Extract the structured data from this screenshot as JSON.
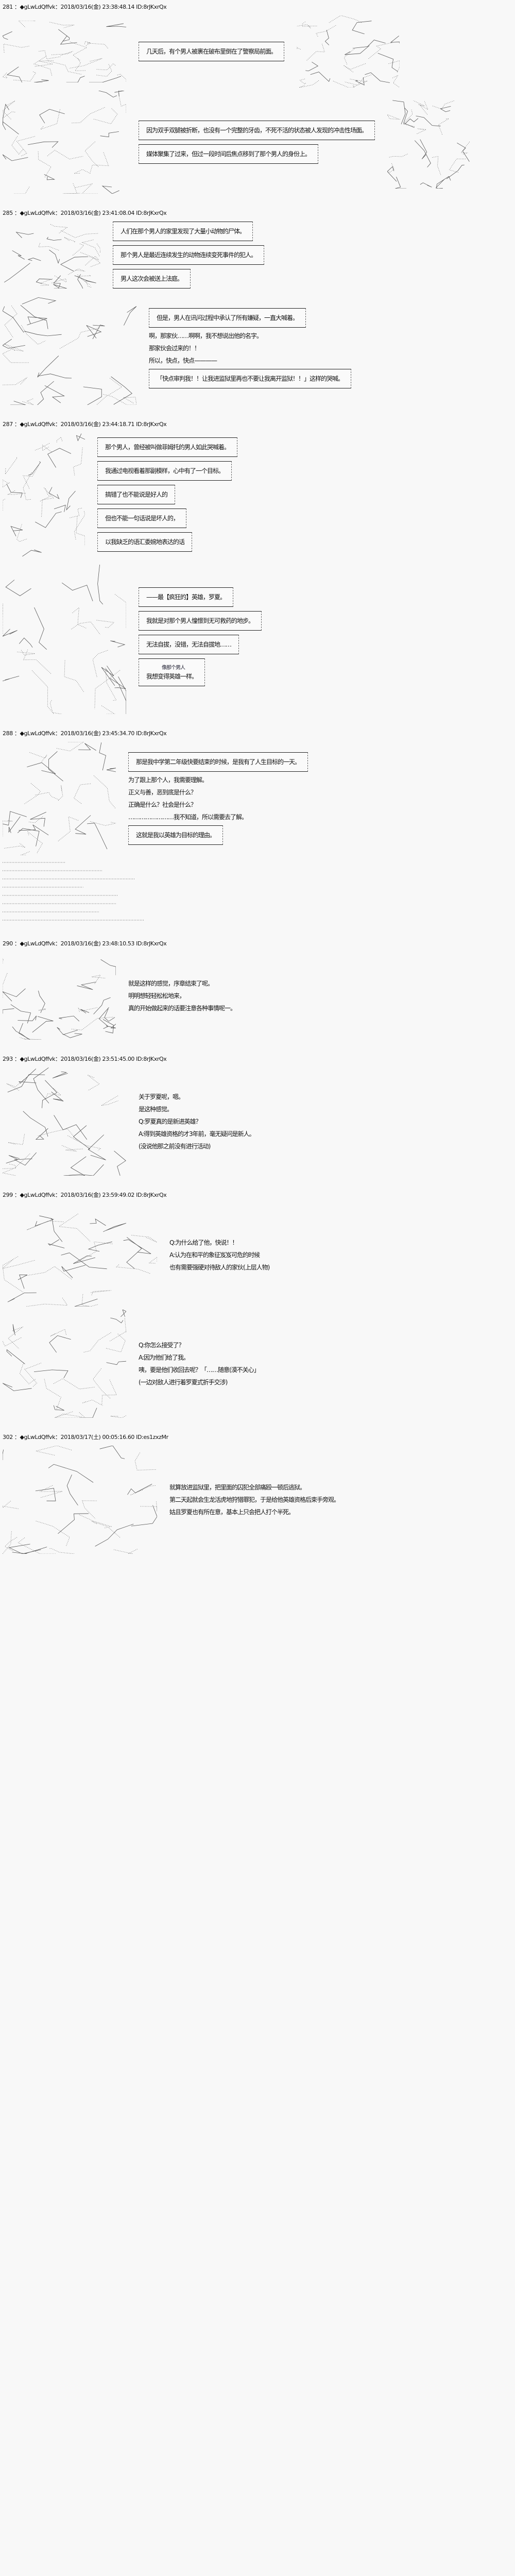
{
  "posts": [
    {
      "header": "281 ：◆gLwLdQffvk：2018/03/16(金) 23:38:48.14 ID:8rJKxrQx",
      "texts": [
        "几天后，有个男人被裹在破布里倒在了警察局前面。",
        "因为双手双腿被折断，也没有一个完整的牙齿，不死不活的状态被人发现的冲击性场面。",
        "媒体聚集了过来，但过一段时间后焦点移到了那个男人的身份上。"
      ]
    },
    {
      "header": "285 ：◆gLwLdQffvk：2018/03/16(金) 23:41:08.04 ID:8rJKxrQx",
      "texts": [
        "人们在那个男人的家里发现了大量小动物的尸体。",
        "那个男人是最近连续发生的动物连续变死事件的犯人。",
        "男人这次会被送上法庭。",
        "但是，男人在讯问过程中承认了所有嫌疑，一直大喊着。",
        "啊，那家伙……啊啊，我不想说出他的名字。",
        "那家伙会过来的！！",
        "所以，快点，快点————",
        "「快点审判我！！让我进监狱里再也不要让我离开监狱！！」这样的哭喊。"
      ]
    },
    {
      "header": "287 ：◆gLwLdQffvk：2018/03/16(金) 23:44:18.71 ID:8rJKxrQx",
      "texts": [
        "那个男人，曾经被叫做菲姆托的男人如此哭喊着。",
        "我通过电视看着那副模样，心中有了一个目标。",
        "搞错了也不能说是好人的",
        "但也不能一句话说是坏人的，",
        "以我缺乏的语汇委婉地表达的话",
        "——最【疯狂的】英雄，罗夏。",
        "我就是对那个男人憧憬到无可救药的地步。",
        "无法自拔，没错，无法自拔地……",
        "像那个男人",
        "我想变得英雄一样。"
      ]
    },
    {
      "header": "288 ：◆gLwLdQffvk：2018/03/16(金) 23:45:34.70 ID:8rJKxrQx",
      "texts": [
        "那是我中学第二年级快要结束的时候，是我有了人生目标的一天。",
        "为了跟上那个人，我需要理解。",
        "正义与善，恶到底是什么？",
        "正确是什么？社会是什么？",
        "……………………我不知道，所以需要去了解。",
        "这就是我以英雄为目标的理由。"
      ]
    },
    {
      "header": "290 ：◆gLwLdQffvk：2018/03/16(金) 23:48:10.53 ID:8rJKxrQx",
      "texts": [
        "就是这样的感觉，序章结束了呢。",
        "明明想轻轻松松地来，",
        "真的开始做起来的话要注意各种事情呢一。"
      ]
    },
    {
      "header": "293 ：◆gLwLdQffvk：2018/03/16(金) 23:51:45.00 ID:8rJKxrQx",
      "texts": [
        "关于罗夏呢，嗯。",
        "是这种感觉。",
        "Q:罗夏真的是新进英雄？",
        "A:得到英雄资格的才3年前，毫无疑问是新人。",
        "(没说他那之前没有进行活动)"
      ]
    },
    {
      "header": "299 ：◆gLwLdQffvk：2018/03/16(金) 23:59:49.02 ID:8rJKxrQx",
      "texts": [
        "Q:为什么给了他，快说！！",
        "A:认为在和平的象征岌岌可危的时候",
        "也有需要强硬对待敌人的家伙(上层人物)",
        "Q:你怎么接受了？",
        "A:因为他们给了我。",
        "咦，要是他们收回去呢？「……随意(漠不关心」",
        "(一边对敌人进行着罗夏式折手交涉)"
      ]
    },
    {
      "header": "302 ：◆gLwLdQffvk：2018/03/17(土) 00:05:16.60 ID:es1zxzMr",
      "texts": [
        "就算放进监狱里，把里面的囚犯全部痛殴一顿后逃狱。",
        "第二天起就会生龙活虎地狩猎罪犯，于是给他英雄资格后束手旁观。",
        "姑且罗夏也有所在意，基本上只会把人打个半死。"
      ]
    }
  ],
  "colors": {
    "background": "#f8f8f8",
    "text": "#111111",
    "art_stroke": "#555555"
  }
}
